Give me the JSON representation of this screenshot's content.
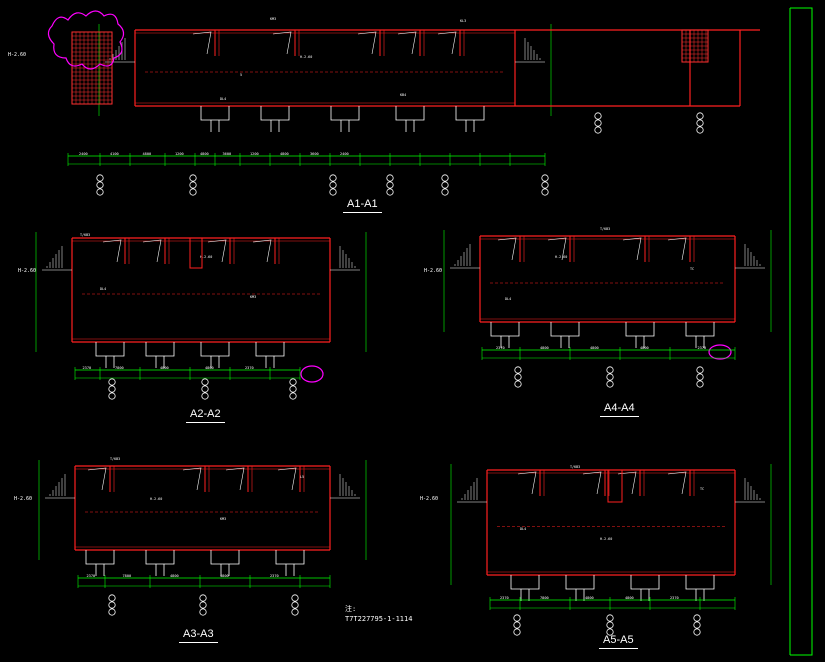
{
  "colors": {
    "background": "#000000",
    "structure": "#ff2020",
    "dimension": "#00ff00",
    "text": "#ffffff",
    "revision_cloud": "#ff00ff",
    "hatch": "#ff3030",
    "column_line": "#ffffff",
    "border": "#00ff00"
  },
  "sections": [
    {
      "id": "A1",
      "label": "A1-A1"
    },
    {
      "id": "A2",
      "label": "A2-A2"
    },
    {
      "id": "A3",
      "label": "A3-A3"
    },
    {
      "id": "A4",
      "label": "A4-A4"
    },
    {
      "id": "A5",
      "label": "A5-A5"
    }
  ],
  "elevation": "H-2.60",
  "dims": {
    "a1": [
      "2400",
      "4100",
      "4800",
      "1200",
      "4800",
      "3600",
      "1200",
      "4800",
      "3600",
      "2400"
    ],
    "a2": [
      "2370",
      "7800",
      "4800",
      "4800",
      "2370"
    ],
    "a3": [
      "2370",
      "7800",
      "4800",
      "4800",
      "2370"
    ],
    "a4": [
      "2370",
      "4800",
      "4800",
      "4800",
      "2370"
    ],
    "a5": [
      "2370",
      "7800",
      "4800",
      "4800",
      "2370"
    ]
  },
  "notes": {
    "title": "注:",
    "line1": "T7T227795-1-1114"
  }
}
